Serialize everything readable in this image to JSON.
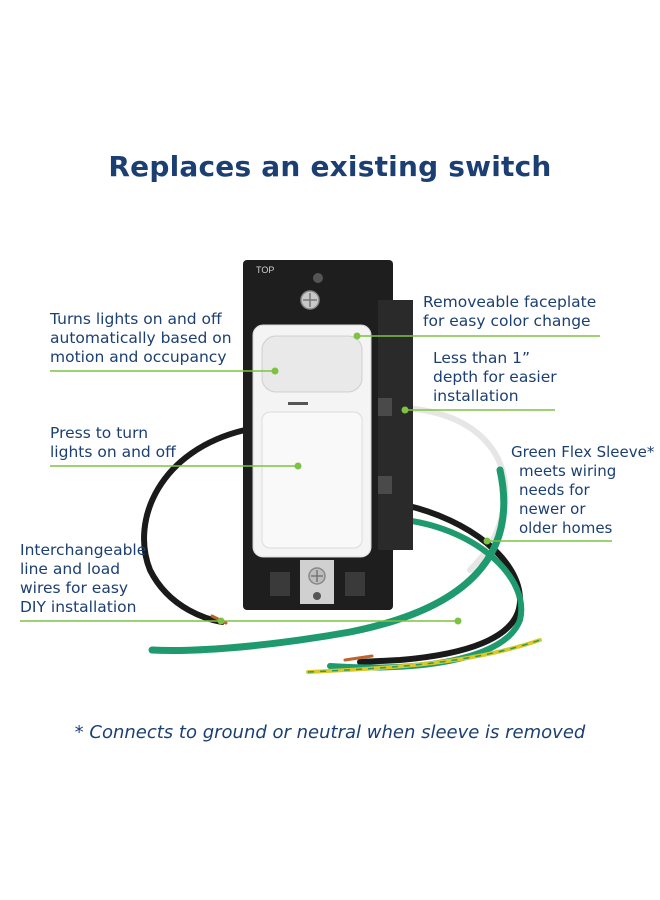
{
  "title": "Replaces an existing switch",
  "callouts": {
    "lights_auto": [
      "Turns lights on and off",
      "automatically based on",
      "motion and occupancy"
    ],
    "press": [
      "Press to turn",
      "lights on and off"
    ],
    "wires": [
      "Interchangeable",
      "line and load",
      "wires for easy",
      "DIY installation"
    ],
    "faceplate": [
      "Removeable faceplate",
      "for easy color change"
    ],
    "depth": [
      "Less than 1”",
      "depth for easier",
      "installation"
    ],
    "sleeve": [
      "Green Flex Sleeve*",
      "meets wiring",
      "needs for",
      "newer or",
      "older homes"
    ]
  },
  "device_mark": "TOP",
  "footnote": "* Connects to ground or neutral when sleeve is removed",
  "colors": {
    "title": "#1c3f73",
    "callout_line": "#7dc242",
    "green_wire": "#1f9a6f",
    "black_wire": "#1a1a1a",
    "white_wire": "#e6e6e6",
    "ground_yellow": "#d8c82a"
  }
}
